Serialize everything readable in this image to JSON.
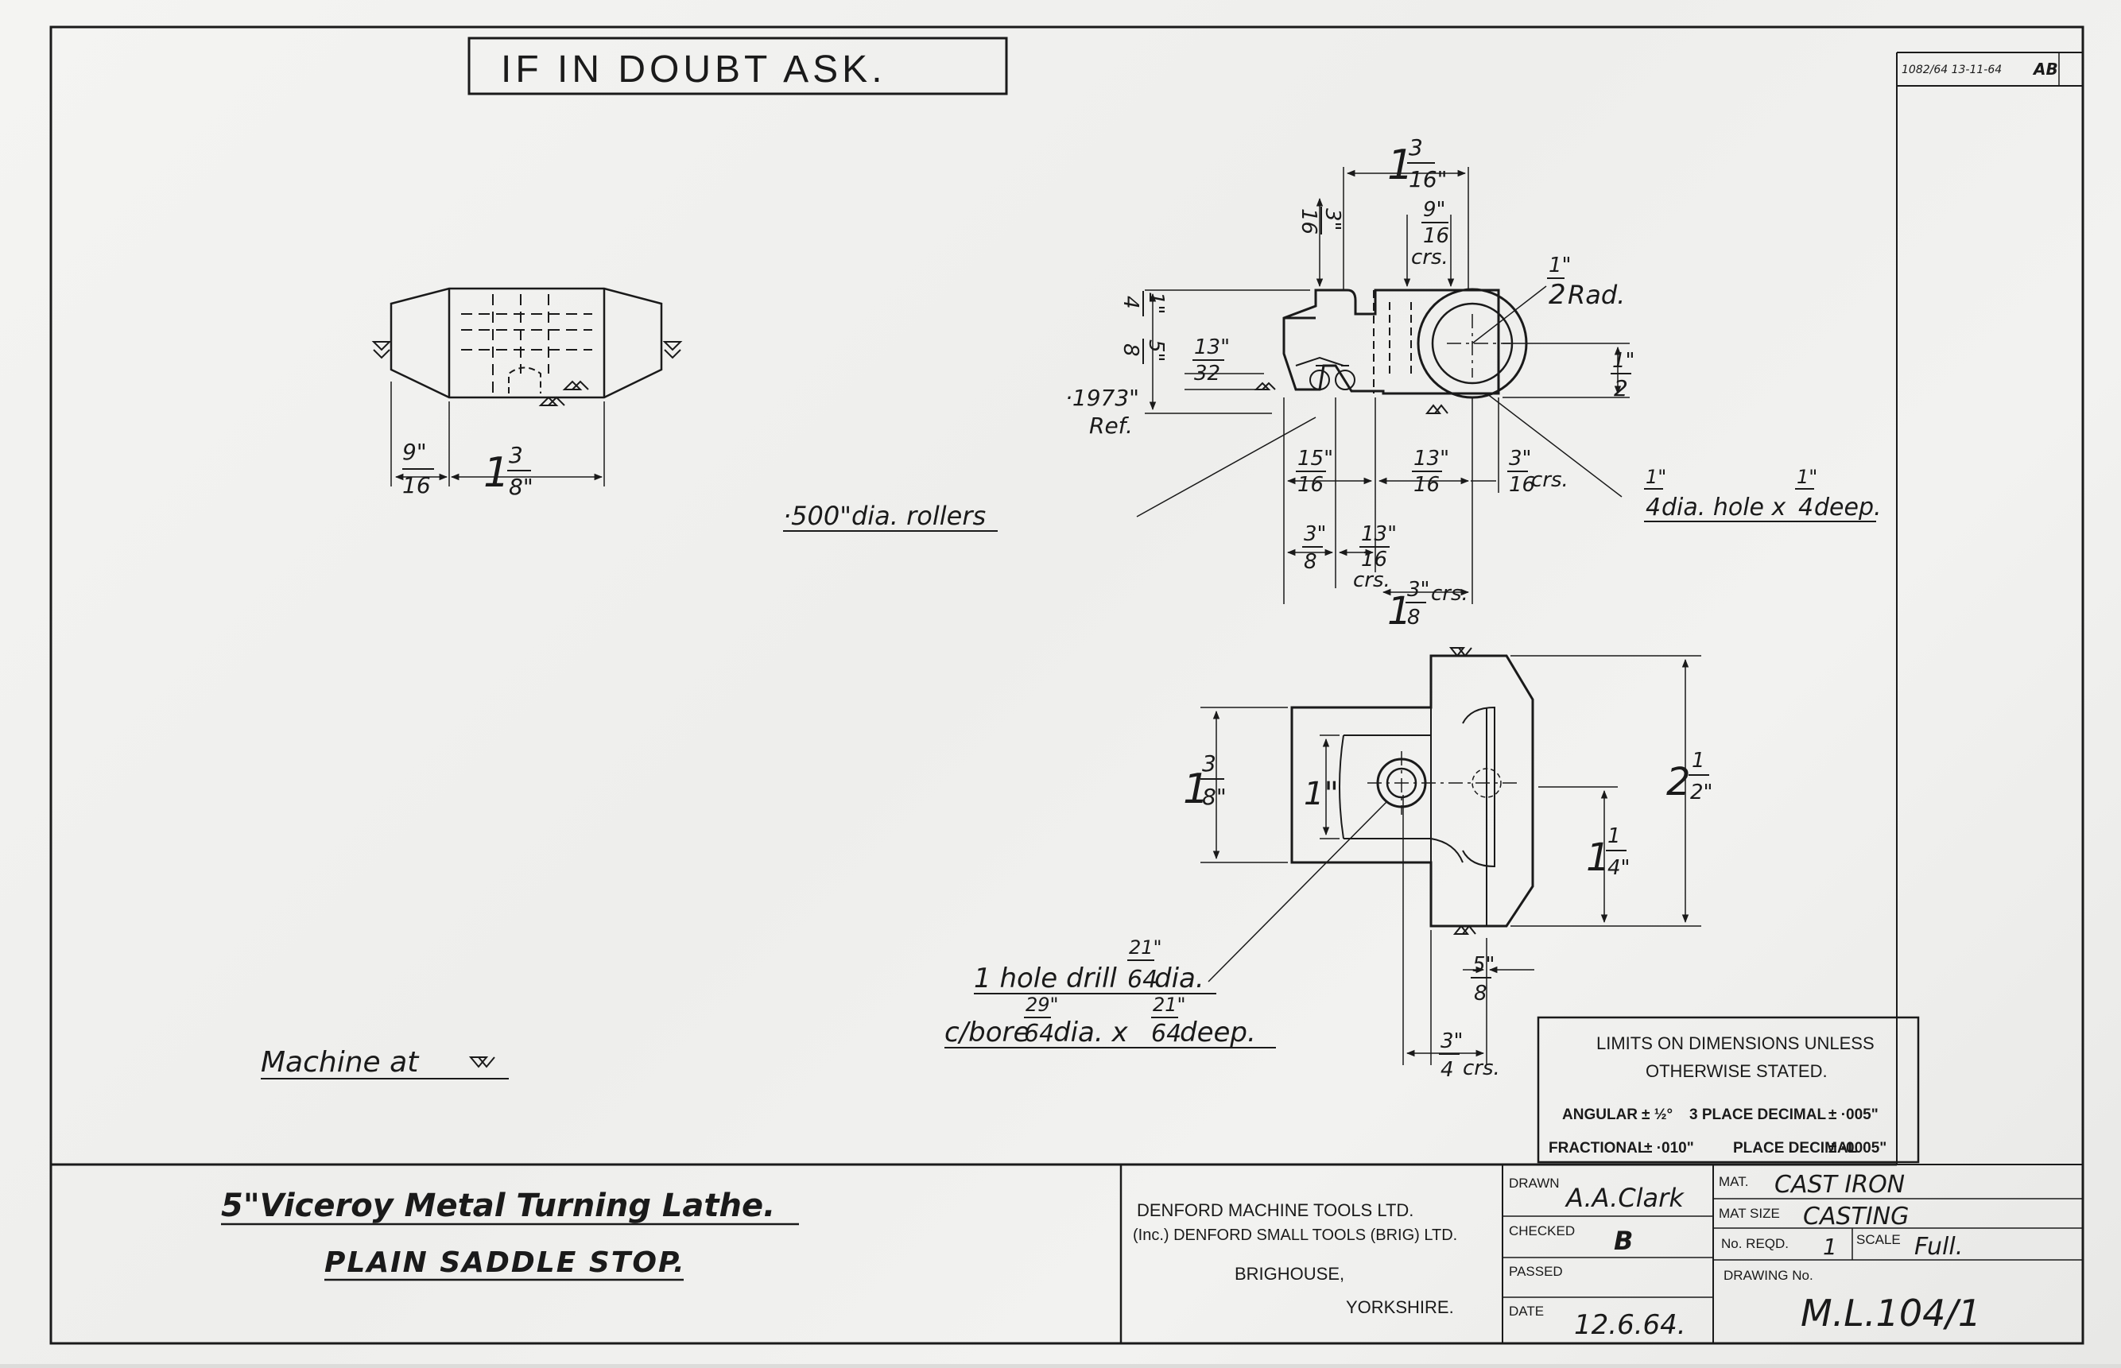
{
  "warning": "IF IN DOUBT ASK.",
  "revision_ref": "1082/64 13-11-64",
  "revision_mark": "AB",
  "dims": {
    "d_1_3_16": {
      "w": "1",
      "n": "3",
      "d": "16\""
    },
    "d_1_3_8_top": {
      "w": "1",
      "n": "3",
      "d": "8\""
    },
    "d_9_16_left": {
      "n": "9\"",
      "d": "16"
    },
    "d_13_32": {
      "n": "13\"",
      "d": "32"
    },
    "d_9_16_crs": {
      "n": "9\"",
      "d": "16",
      "s": "crs."
    },
    "d_3_16_vert": {
      "n": "3\"",
      "d": "16"
    },
    "d_1_4": {
      "n": "1\"",
      "d": "4"
    },
    "d_5_8": {
      "n": "5\"",
      "d": "8"
    },
    "d_1973": "·1973\"",
    "d_ref": "Ref.",
    "d_half_rad": {
      "n": "1\"",
      "d": "2",
      "s": "Rad."
    },
    "d_half": {
      "n": "1\"",
      "d": "2"
    },
    "d_15_16": {
      "n": "15\"",
      "d": "16"
    },
    "d_13_16_a": {
      "n": "13\"",
      "d": "16"
    },
    "d_3_16_crs": {
      "n": "3\"",
      "d": "16",
      "s": "crs."
    },
    "d_3_8": {
      "n": "3\"",
      "d": "8"
    },
    "d_13_16_crs": {
      "n": "13\"",
      "d": "16",
      "s": "crs."
    },
    "d_1_3_8_crs": {
      "w": "1",
      "n": "3\"",
      "d": "8",
      "s": "crs."
    },
    "d_1_3_8_plan": {
      "w": "1",
      "n": "3",
      "d": "8\""
    },
    "d_1_inch": "1\"",
    "d_2_1_2": {
      "w": "2",
      "n": "1",
      "d": "2\""
    },
    "d_1_1_4": {
      "w": "1",
      "n": "1",
      "d": "4\""
    },
    "d_5_8_plan": {
      "n": "5\"",
      "d": "8"
    },
    "d_3_4_crs": {
      "n": "3\"",
      "d": "4",
      "s": "crs."
    }
  },
  "notes": {
    "rollers": "·500\"dia. rollers",
    "hole_a": "dia. hole x",
    "hole_b": "deep.",
    "frac_1_4": {
      "n": "1\"",
      "d": "4"
    },
    "drill_a": "1 hole drill",
    "drill_b": "dia.",
    "frac_21_64": {
      "n": "21\"",
      "d": "64"
    },
    "cbore_a": "c/bore",
    "cbore_b": "dia. x",
    "cbore_c": "deep.",
    "frac_29_64": {
      "n": "29\"",
      "d": "64"
    },
    "machine_at": "Machine at"
  },
  "limits": {
    "line1": "LIMITS ON DIMENSIONS UNLESS",
    "line2": "OTHERWISE STATED.",
    "angular_label": "ANGULAR",
    "angular_val": "± ½°",
    "decimal3_label": "3 PLACE DECIMAL",
    "decimal3_val": "± ·005\"",
    "fractional_label": "FRACTIONAL",
    "fractional_val": "± ·010\"",
    "decimal4_label": "PLACE DECIMAL",
    "decimal4_val": "± ·0005\""
  },
  "title": {
    "line1": "5\"Viceroy Metal Turning Lathe.",
    "line2": "PLAIN SADDLE STOP."
  },
  "company": {
    "line1": "DENFORD MACHINE TOOLS LTD.",
    "line2": "(Inc.) DENFORD SMALL TOOLS (BRIG) LTD.",
    "line3": "BRIGHOUSE,",
    "line4": "YORKSHIRE."
  },
  "block": {
    "drawn_label": "DRAWN",
    "drawn_value": "A.A.Clark",
    "checked_label": "CHECKED",
    "checked_value": "B",
    "passed_label": "PASSED",
    "date_label": "DATE",
    "date_value": "12.6.64.",
    "mat_label": "MAT.",
    "mat_value": "CAST IRON",
    "mat_size_label": "MAT SIZE",
    "mat_size_value": "CASTING",
    "no_reqd_label": "No. REQD.",
    "no_reqd_value": "1",
    "scale_label": "SCALE",
    "scale_value": "Full.",
    "drawing_no_label": "DRAWING No.",
    "drawing_no_value": "M.L.104/1"
  }
}
